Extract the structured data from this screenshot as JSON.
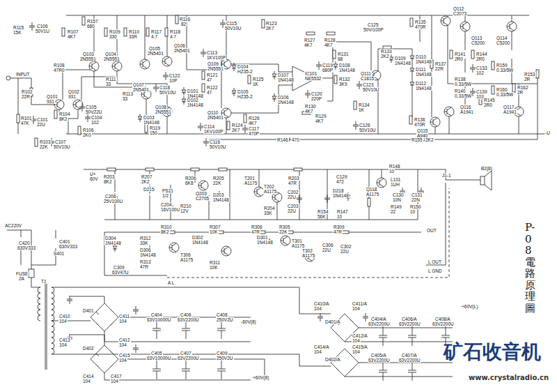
{
  "diagram": {
    "title": "P-08電路原理圖",
    "labels": [
      "R115",
      "15K",
      "C106",
      "50V1U",
      "R107",
      "4K7",
      "R157",
      "680",
      "R109",
      "330",
      "R110",
      "33R",
      "R117",
      "4.7",
      "R116",
      "82",
      "R118",
      "4.7",
      "C115",
      "50V10U",
      "R123",
      "2K7",
      "R127",
      "4K7",
      "R128",
      "4K7",
      "C125",
      "50V/100P",
      "R135",
      "470R",
      "Q112",
      "C2073",
      "Q113",
      "C5200",
      "Q114",
      "C5200",
      "Q103",
      "2N5551",
      "Q104",
      "2N5551",
      "Q105",
      "2N5401",
      "Q106",
      "2N5401",
      "R108",
      "47R0",
      "INPUT",
      "R102",
      "22R",
      "R101",
      "47K",
      "C101",
      "22U",
      "Q101",
      "931",
      "Q102",
      "931",
      "R104",
      "8K2",
      "C105",
      "50V22U",
      "Q107",
      "2N5401",
      "Q108",
      "2N5551",
      "R111",
      "33",
      "R113",
      "33",
      "C104",
      "102",
      "R106",
      "2K0",
      "R103",
      "22K",
      "C107",
      "50V10U",
      "D103",
      "1N4148",
      "R119",
      "150",
      "C122",
      "10P",
      "C118",
      "50V10U",
      "D101",
      "1N4148",
      "D102",
      "1N4148",
      "C113",
      "1KV100P",
      "Q109",
      "2N5551",
      "R121",
      "47",
      "R122",
      "47",
      "Q110",
      "2N5401",
      "C114",
      "1KV100P",
      "C116",
      "50V10U",
      "R124",
      "2K7",
      "R126",
      "4K7",
      "C117",
      "470P",
      "D104",
      "HZ35-2",
      "D105",
      "HZ35-2",
      "R125",
      "1K",
      "D107",
      "1N4148",
      "D106",
      "1N4148",
      "IC101",
      "NE5532",
      "C119",
      "680P",
      "C120",
      "220P",
      "R130",
      "4K7",
      "R129",
      "4K7",
      "R131",
      "68",
      "D108",
      "1N4148",
      "R132",
      "3K9",
      "Q111",
      "C1815",
      "C123",
      "50V10U",
      "R134",
      "1K",
      "C126",
      "50V10U",
      "R133",
      "2K2",
      "D109",
      "1N4148",
      "D110",
      "1N4148",
      "D111",
      "1N4148",
      "D112",
      "1N4148",
      "R136",
      "470R",
      "Q115",
      "A940",
      "R137",
      "22R",
      "R141",
      "2R0",
      "R144",
      "2R0",
      "R138",
      "0.33/5W",
      "C133",
      "102",
      "R159",
      "0.33/5W",
      "R153",
      "2R",
      "R140",
      "0.33/5W",
      "C139",
      "103",
      "R160",
      "0.33/5W",
      "R162",
      "2R",
      "Q116",
      "A1941",
      "Q117",
      "A1941",
      "R145",
      "2R0",
      "R146",
      "470",
      "R155",
      "2K2",
      "-U",
      "U+",
      "60V",
      "R203",
      "8K2",
      "R207",
      "2K2",
      "C206",
      "25V100U",
      "D215",
      "PS21",
      "1/2",
      "C204",
      "16V100U",
      "R210",
      "12V",
      "R206",
      "6K8",
      "Q203",
      "C2705",
      "R205",
      "22K",
      "D203",
      "1N4148",
      "T201",
      "A1175",
      "T202",
      "A1175",
      "R204",
      "33K",
      "R203",
      "47R",
      "C202",
      "22U",
      "C203",
      "22U",
      "C129",
      "472",
      "D218",
      "1N4148",
      "R154",
      "56K",
      "R147",
      "10",
      "Q118",
      "A1175",
      "R148",
      "10",
      "L101",
      "1UH",
      "C130",
      "10N",
      "C131",
      "22N",
      "R149",
      "22",
      "R150",
      "10",
      "J1-1",
      "B2(8)",
      "R310",
      "8K2",
      "R307",
      "10K",
      "R306",
      "47R",
      "R305",
      "22K",
      "R309",
      "47R",
      "OUT",
      "T301",
      "A1175",
      "T302",
      "A1175",
      "D301",
      "1N4148",
      "D302",
      "1N4148",
      "T306",
      "A1175",
      "R311",
      "10K",
      "C306",
      "22U",
      "C302",
      "22U",
      "D304",
      "1N4148",
      "R312",
      "33K",
      "D306",
      "1N4148",
      "R313",
      "47R",
      "C309",
      "63V47U",
      "L OUT",
      "L GND",
      "A L",
      "AC220V",
      "C420",
      "630V333",
      "C401",
      "630V333",
      "S401",
      "FUSE",
      "2A",
      "T1",
      "D401",
      "D402",
      "C410",
      "104",
      "C411",
      "104",
      "C413",
      "104",
      "C412",
      "104",
      "C415",
      "104",
      "C414",
      "104",
      "C417",
      "104",
      "C404",
      "63V10000U",
      "C406",
      "63V2200U",
      "C408",
      "250V2U",
      "-60V(8)",
      "C405",
      "63V10000U",
      "C407",
      "63V2200U",
      "C409",
      "250V2U",
      "+60V(8)",
      "C410/A",
      "104",
      "C411/A",
      "104",
      "D401/A",
      "C412/A",
      "104",
      "C404/A",
      "63V2200U",
      "C406/A",
      "63V2200U",
      "C408/A",
      "63V2200U",
      "+60V(L)",
      "C414/A",
      "104",
      "C415/A",
      "104",
      "D402/A",
      "C405/A",
      "63V2200U",
      "C407/A",
      "63V2200U",
      "矿石收音机",
      "www.crystalradio.cn"
    ]
  }
}
